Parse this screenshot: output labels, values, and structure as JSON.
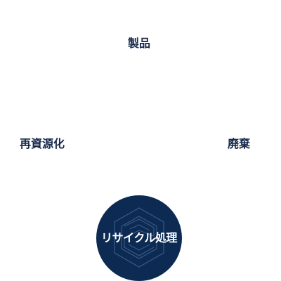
{
  "diagram": {
    "nodes": {
      "product": "製品",
      "waste": "廃棄",
      "regeneration": "再資源化",
      "recycling": "リサイクル処理"
    },
    "colors": {
      "text": "#16284a",
      "circle_fill": "#0c2a52",
      "center_text": "#ffffff"
    },
    "icon": "hexagon-logo-icon"
  }
}
